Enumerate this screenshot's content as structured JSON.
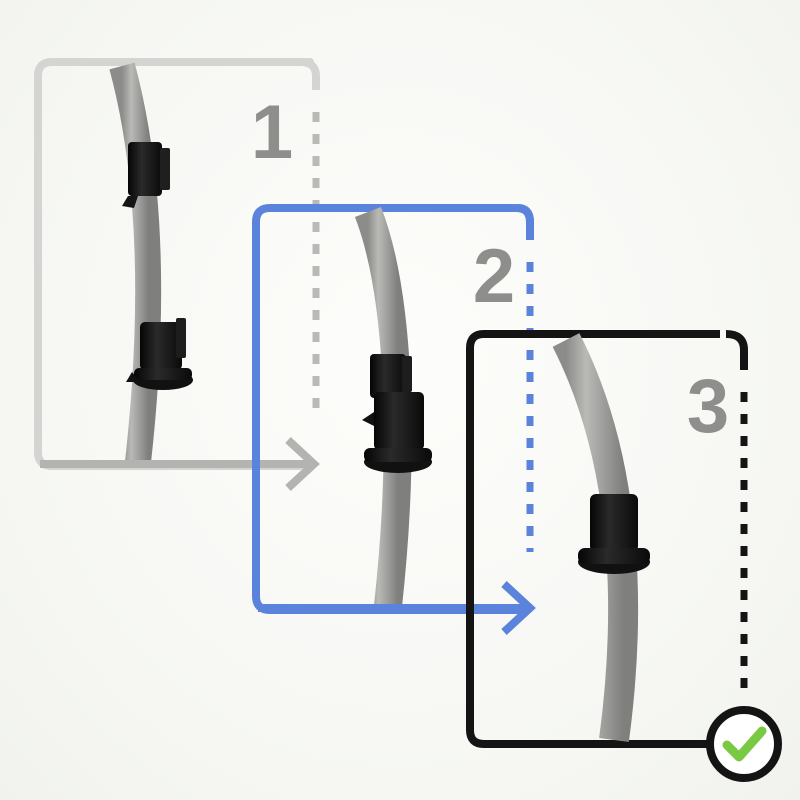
{
  "steps": [
    {
      "number": "1",
      "name": "step-1",
      "frame_color": "#d2d3d0",
      "arrow_color": "#b3b4b1"
    },
    {
      "number": "2",
      "name": "step-2",
      "frame_color": "#5b83db",
      "arrow_color": "#5b83db"
    },
    {
      "number": "3",
      "name": "step-3",
      "frame_color": "#141414",
      "arrow_color": "#141414"
    }
  ],
  "colors": {
    "tube": "#9a9b98",
    "tube_highlight": "#c2c3bf",
    "clip": "#151515",
    "number_gray": "#8e8f8c",
    "check_green": "#7ac943",
    "check_ring": "#141414"
  },
  "icons": {
    "arrow": "arrow-right-icon",
    "check": "checkmark-icon"
  }
}
